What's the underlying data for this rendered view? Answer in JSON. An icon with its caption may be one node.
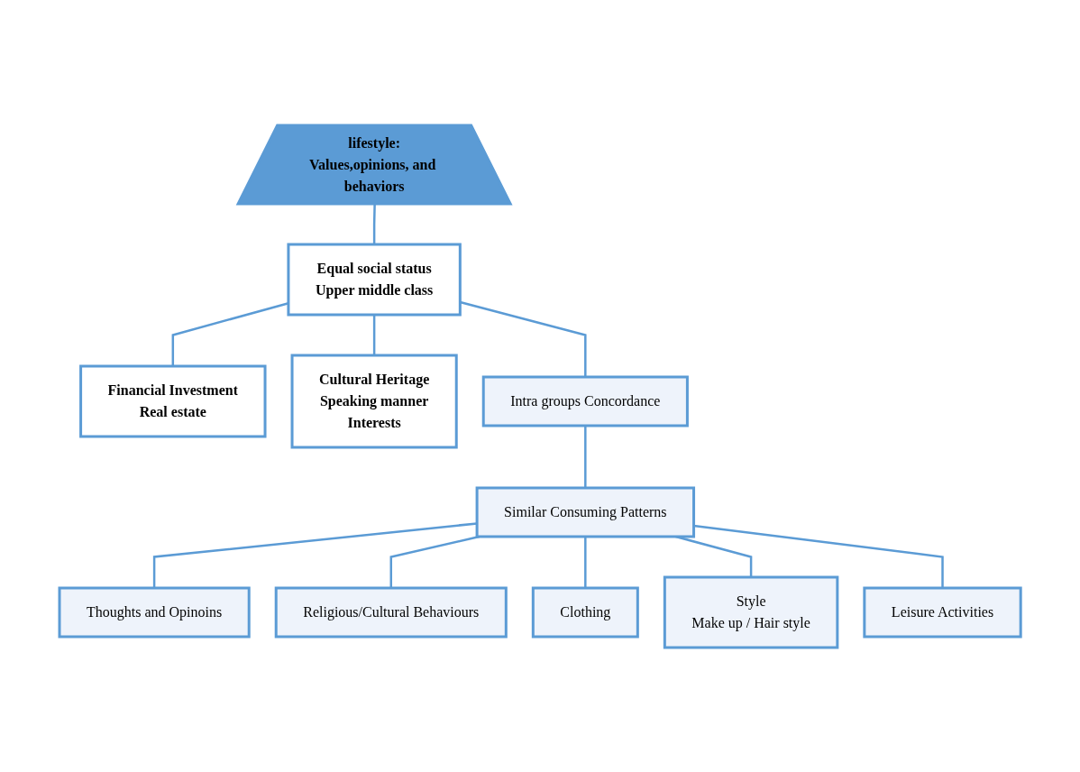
{
  "diagram": {
    "nodes": [
      {
        "text": [
          "lifestyle:",
          "Values,opinions, and behaviors"
        ]
      },
      {
        "text": [
          "Equal social status",
          "Upper middle class"
        ]
      },
      {
        "text": [
          "Financial Investment",
          "Real estate"
        ]
      },
      {
        "text": [
          "Cultural Heritage",
          "Speaking manner",
          "Interests"
        ]
      },
      {
        "text": [
          "Intra groups Concordance"
        ]
      },
      {
        "text": [
          "Similar Consuming Patterns"
        ]
      },
      {
        "text": [
          "Thoughts and Opinoins"
        ]
      },
      {
        "text": [
          "Religious/Cultural Behaviours"
        ]
      },
      {
        "text": [
          "Clothing"
        ]
      },
      {
        "text": [
          "Style",
          "Make up / Hair style"
        ]
      },
      {
        "text": [
          "Leisure Activities"
        ]
      }
    ],
    "edges": [
      {
        "from": 0,
        "to": 1,
        "arrow": "none"
      },
      {
        "from": 1,
        "to": 2,
        "arrow": "none"
      },
      {
        "from": 1,
        "to": 3,
        "arrow": "none"
      },
      {
        "from": 1,
        "to": 4,
        "arrow": "none"
      },
      {
        "from": 4,
        "to": 5,
        "arrow": "none"
      },
      {
        "from": 5,
        "to": 6,
        "arrow": "none"
      },
      {
        "from": 5,
        "to": 7,
        "arrow": "none"
      },
      {
        "from": 5,
        "to": 8,
        "arrow": "none"
      },
      {
        "from": 5,
        "to": 9,
        "arrow": "none"
      },
      {
        "from": 5,
        "to": 10,
        "arrow": "none"
      }
    ]
  }
}
